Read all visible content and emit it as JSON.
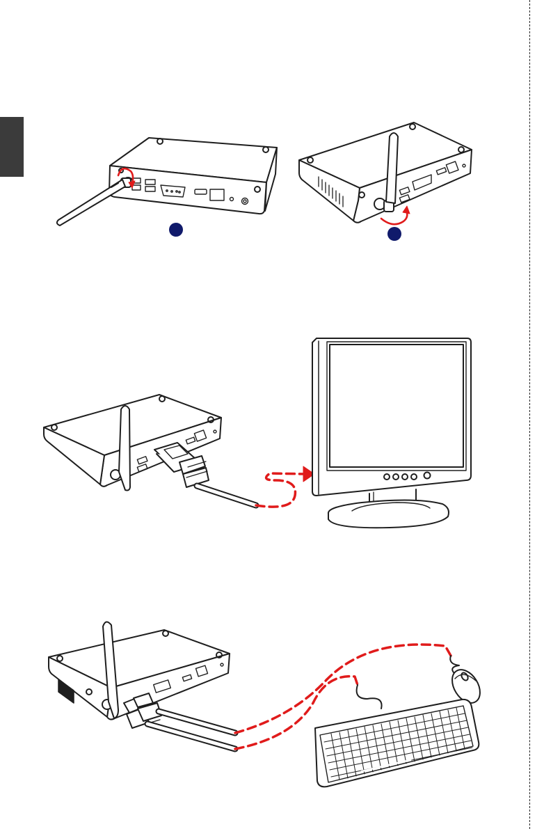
{
  "colors": {
    "step_badge": "#101a6b",
    "cable_dashed": "#e01b1b",
    "arrow": "#e01b1b",
    "line_art": "#1e1e1e",
    "side_tab": "#3b3b3b"
  },
  "figures": [
    {
      "id": "antenna-down",
      "icon": "mini-pc-with-antenna-folded",
      "badge_icon": "step-badge-circle"
    },
    {
      "id": "antenna-up",
      "icon": "mini-pc-with-antenna-raised",
      "badge_icon": "step-badge-circle"
    },
    {
      "id": "connect-monitor",
      "icon": "vga-cable-to-monitor"
    },
    {
      "id": "connect-peripherals",
      "icon": "usb-keyboard-and-mouse"
    }
  ]
}
